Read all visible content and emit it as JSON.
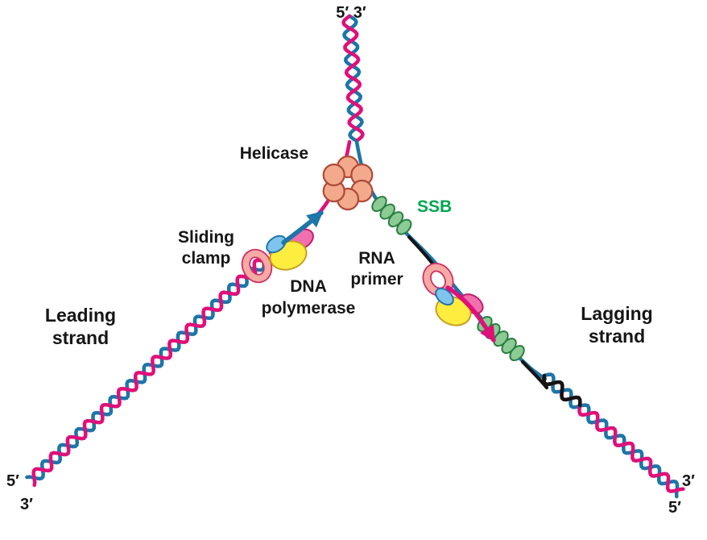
{
  "labels": {
    "helicase": "Helicase",
    "ssb": "SSB",
    "sliding_clamp_line1": "Sliding",
    "sliding_clamp_line2": "clamp",
    "dna_polymerase_line1": "DNA",
    "dna_polymerase_line2": "polymerase",
    "rna_primer_line1": "RNA",
    "rna_primer_line2": "primer",
    "leading_line1": "Leading",
    "leading_line2": "strand",
    "lagging_line1": "Lagging",
    "lagging_line2": "strand",
    "top_ends": "5′ 3′",
    "bottom_left_5": "5′",
    "bottom_left_3": "3′",
    "bottom_right_3": "3′",
    "bottom_right_5": "5′"
  },
  "colors": {
    "strand_pink": "#df1079",
    "strand_blue": "#1d75a9",
    "primer_black": "#151515",
    "helicase_fill": "#f3a98c",
    "helicase_stroke": "#ae4a38",
    "ssb_fill": "#8ccb94",
    "ssb_stroke": "#2a7e43",
    "ssb_label": "#00a550",
    "clamp_fill": "#f6aaa4",
    "clamp_stroke": "#cf2f67",
    "polymerase_yellow": "#fded3f",
    "polymerase_yellow_stroke": "#c6a021",
    "polymerase_blue": "#7fc4ec",
    "polymerase_blue_stroke": "#2273a8",
    "polymerase_pink": "#f06fae",
    "polymerase_pink_stroke": "#c01f6b",
    "label_text": "#161616"
  }
}
